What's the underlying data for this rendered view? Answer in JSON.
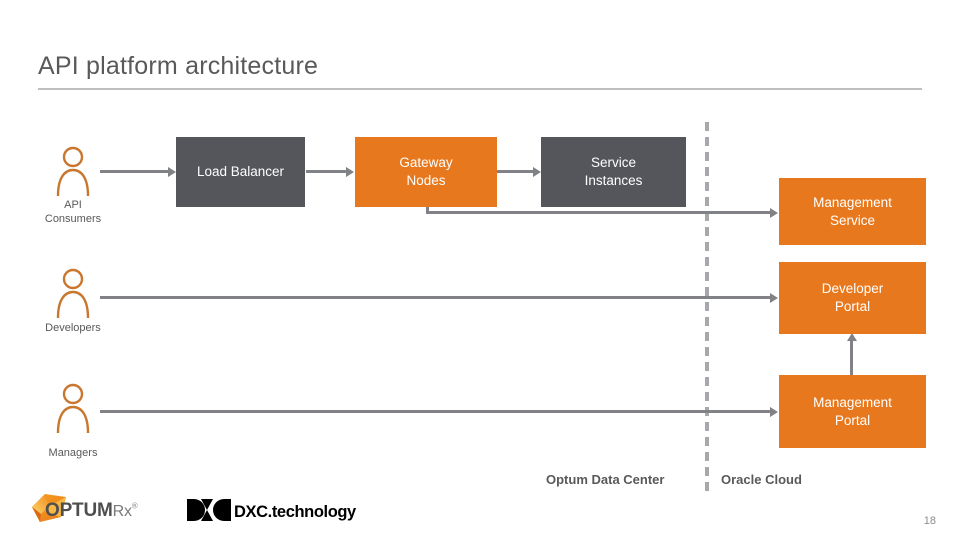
{
  "slide": {
    "title": "API platform architecture",
    "page_number": "18",
    "accent_orange": "#e8781e",
    "box_gray": "#54565b",
    "connector_gray": "#808285",
    "text_gray": "#595959"
  },
  "personas": [
    {
      "id": "api-consumers",
      "label": "API\nConsumers",
      "icon": "person-icon"
    },
    {
      "id": "developers",
      "label": "Developers",
      "icon": "person-icon"
    },
    {
      "id": "managers",
      "label": "Managers",
      "icon": "person-icon"
    }
  ],
  "nodes": [
    {
      "id": "load-balancer",
      "label": "Load Balancer",
      "color": "gray"
    },
    {
      "id": "gateway-nodes",
      "label": "Gateway\nNodes",
      "color": "orange"
    },
    {
      "id": "service-instances",
      "label": "Service\nInstances",
      "color": "gray"
    },
    {
      "id": "management-service",
      "label": "Management\nService",
      "color": "orange"
    },
    {
      "id": "developer-portal",
      "label": "Developer\nPortal",
      "color": "orange"
    },
    {
      "id": "management-portal",
      "label": "Management\nPortal",
      "color": "orange"
    }
  ],
  "zones": {
    "left": "Optum Data Center",
    "right": "Oracle Cloud"
  },
  "logos": {
    "optum_name": "OPTUM",
    "optum_suffix": "Rx",
    "optum_tm": "®",
    "dxc_text": "DXC.technology"
  }
}
